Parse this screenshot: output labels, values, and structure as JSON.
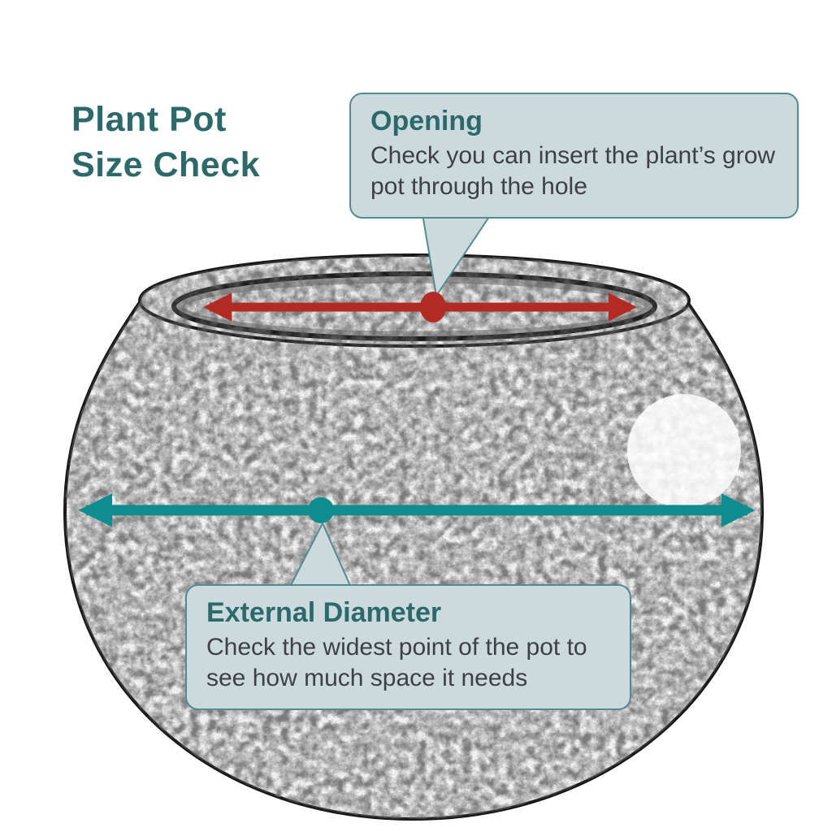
{
  "page": {
    "title_line1": "Plant Pot",
    "title_line2": "Size Check"
  },
  "callouts": {
    "opening": {
      "title": "Opening",
      "body": "Check you can insert the plant’s grow pot through the hole"
    },
    "external_diameter": {
      "title": "External Diameter",
      "body": "Check the widest point of the pot to see how much space it needs"
    }
  },
  "colors": {
    "heading_teal": "#2d696b",
    "accent_red": "#b12b24",
    "accent_teal": "#0f8c8d",
    "callout_bg": "#ccdade",
    "callout_border": "#548b90",
    "body_text": "#3d4144",
    "outline": "#161616"
  }
}
